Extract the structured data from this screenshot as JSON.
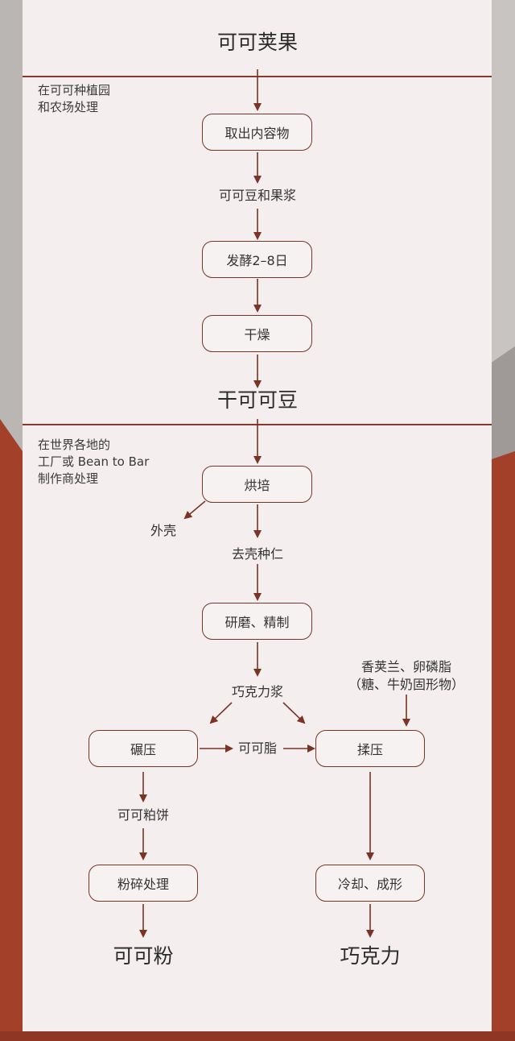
{
  "colors": {
    "background": "#a2402a",
    "panel": "#f4eeee",
    "arrow": "#7a3324",
    "border": "#7a3324",
    "text": "#333333"
  },
  "header": {
    "title": "可可荚果"
  },
  "section1": {
    "label": "在可可种植园\n和农场处理"
  },
  "section2": {
    "label": "在世界各地的\n工厂或 Bean to Bar\n制作商处理"
  },
  "steps": {
    "extract": "取出内容物",
    "beans_pulp": "可可豆和果浆",
    "ferment": "发酵2–8日",
    "dry": "干燥",
    "dry_beans": "干可可豆",
    "roast": "烘培",
    "shell": "外壳",
    "nibs": "去壳种仁",
    "grind": "研磨、精制",
    "liquor": "巧克力浆",
    "press": "碾压",
    "butter": "可可脂",
    "additives": "香荚兰、卵磷脂\n（糖、牛奶固形物）",
    "conche": "揉压",
    "cake": "可可粕饼",
    "pulverize": "粉碎处理",
    "cool": "冷却、成形",
    "cocoa_powder": "可可粉",
    "chocolate": "巧克力"
  }
}
